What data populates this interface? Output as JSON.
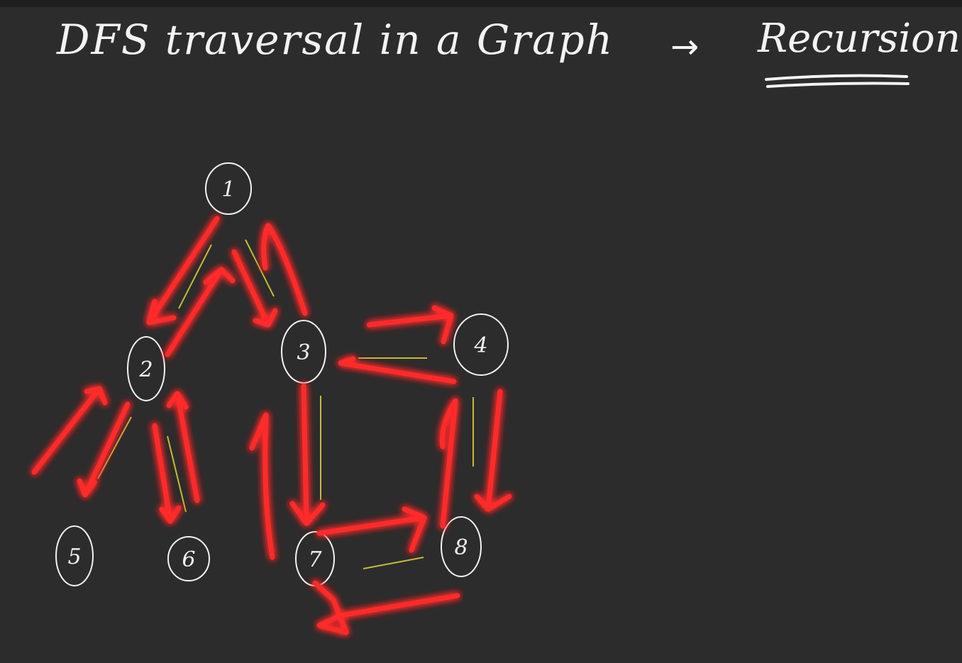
{
  "title": "DFS traversal in a Graph",
  "arrow": "→",
  "subtitle": "Recursion",
  "colors": {
    "background": "#2c2c2c",
    "ink": "#f3f3f3",
    "edge": "#c8b93a",
    "traversal": "#ff2a2a"
  },
  "nodes": [
    {
      "id": "n1",
      "label": "1"
    },
    {
      "id": "n2",
      "label": "2"
    },
    {
      "id": "n3",
      "label": "3"
    },
    {
      "id": "n4",
      "label": "4"
    },
    {
      "id": "n5",
      "label": "5"
    },
    {
      "id": "n6",
      "label": "6"
    },
    {
      "id": "n7",
      "label": "7"
    },
    {
      "id": "n8",
      "label": "8"
    }
  ],
  "edges": [
    [
      "1",
      "2"
    ],
    [
      "1",
      "3"
    ],
    [
      "2",
      "5"
    ],
    [
      "2",
      "6"
    ],
    [
      "3",
      "4"
    ],
    [
      "3",
      "7"
    ],
    [
      "4",
      "8"
    ],
    [
      "7",
      "8"
    ]
  ]
}
